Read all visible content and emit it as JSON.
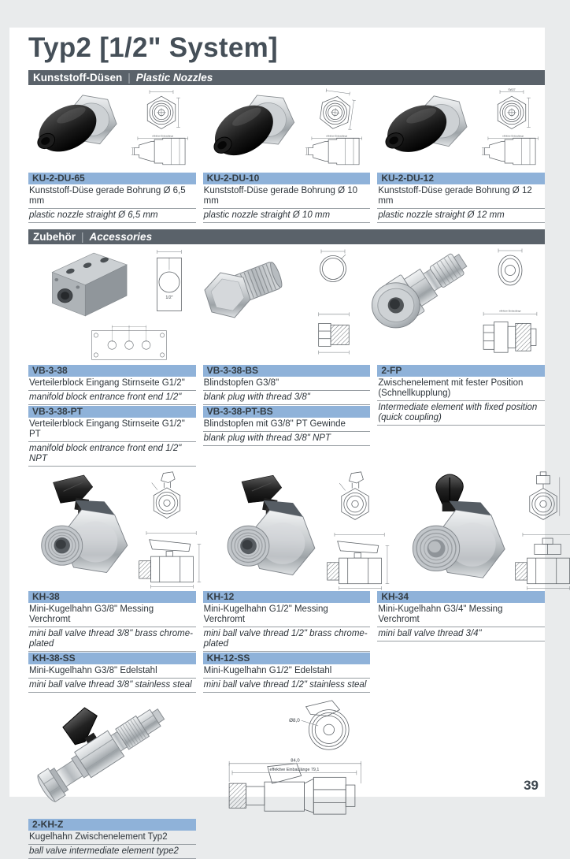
{
  "page": {
    "title": "Typ2 [1/2\" System]",
    "page_number": "39"
  },
  "colors": {
    "accent_blue": "#8fb2d9",
    "section_bar": "#5a626a",
    "title_color": "#454f58"
  },
  "section_nozzles": {
    "de": "Kunststoff-Düsen",
    "sep": "|",
    "en": "Plastic Nozzles"
  },
  "section_accessories": {
    "de": "Zubehör",
    "sep": "|",
    "en": "Accessories"
  },
  "products": {
    "ku65": {
      "code": "KU-2-DU-65",
      "de": "Kunststoff-Düse gerade Bohrung Ø 6,5 mm",
      "en": "plastic nozzle straight Ø 6,5 mm"
    },
    "ku10": {
      "code": "KU-2-DU-10",
      "de": "Kunststoff-Düse gerade Bohrung Ø 10 mm",
      "en": "plastic nozzle straight Ø 10 mm"
    },
    "ku12": {
      "code": "KU-2-DU-12",
      "de": "Kunststoff-Düse gerade Bohrung Ø 12 mm",
      "en": "plastic nozzle straight Ø 12 mm"
    },
    "vb": {
      "code": "VB-3-38",
      "de": "Verteilerblock Eingang Stirnseite G1/2\"",
      "en": "manifold block entrance front end 1/2\""
    },
    "vbpt": {
      "code": "VB-3-38-PT",
      "de": "Verteilerblock Eingang Stirnseite G1/2\" PT",
      "en": "manifold block entrance front end 1/2\" NPT"
    },
    "vbbs": {
      "code": "VB-3-38-BS",
      "de": "Blindstopfen G3/8\"",
      "en": "blank plug with thread 3/8\""
    },
    "vbptbs": {
      "code": "VB-3-38-PT-BS",
      "de": "Blindstopfen mit G3/8\" PT Gewinde",
      "en": "blank plug with thread 3/8\" NPT"
    },
    "fp": {
      "code": "2-FP",
      "de": "Zwischenelement mit fester Position (Schnellkupplung)",
      "en": "Intermediate element with fixed position (quick coupling)"
    },
    "kh38": {
      "code": "KH-38",
      "de": "Mini-Kugelhahn G3/8\" Messing Verchromt",
      "en": "mini ball valve thread 3/8\" brass chrome-plated"
    },
    "kh38ss": {
      "code": "KH-38-SS",
      "de": "Mini-Kugelhahn G3/8\" Edelstahl",
      "en": "mini ball valve thread 3/8\" stainless steal"
    },
    "kh12": {
      "code": "KH-12",
      "de": "Mini-Kugelhahn G1/2\" Messing Verchromt",
      "en": "mini ball valve thread 1/2\" brass chrome-plated"
    },
    "kh12ss": {
      "code": "KH-12-SS",
      "de": "Mini-Kugelhahn G1/2\" Edelstahl",
      "en": "mini ball valve thread 1/2\" stainless steal"
    },
    "kh34": {
      "code": "KH-34",
      "de": "Mini-Kugelhahn G3/4\" Messing Verchromt",
      "en": "mini ball valve thread 3/4\""
    },
    "khz": {
      "code": "2-KH-Z",
      "de": "Kugelhahn Zwischenelement Typ2",
      "en": "ball valve intermediate element type2"
    }
  },
  "drawings": {
    "sw27": "SW27",
    "half_inch": "1/2\"",
    "einbau": "effektive Einbaulänge",
    "dia8": "Ø8,0",
    "len84": "84,0",
    "einbau791": "effektive Einbaulänge 79,1"
  }
}
